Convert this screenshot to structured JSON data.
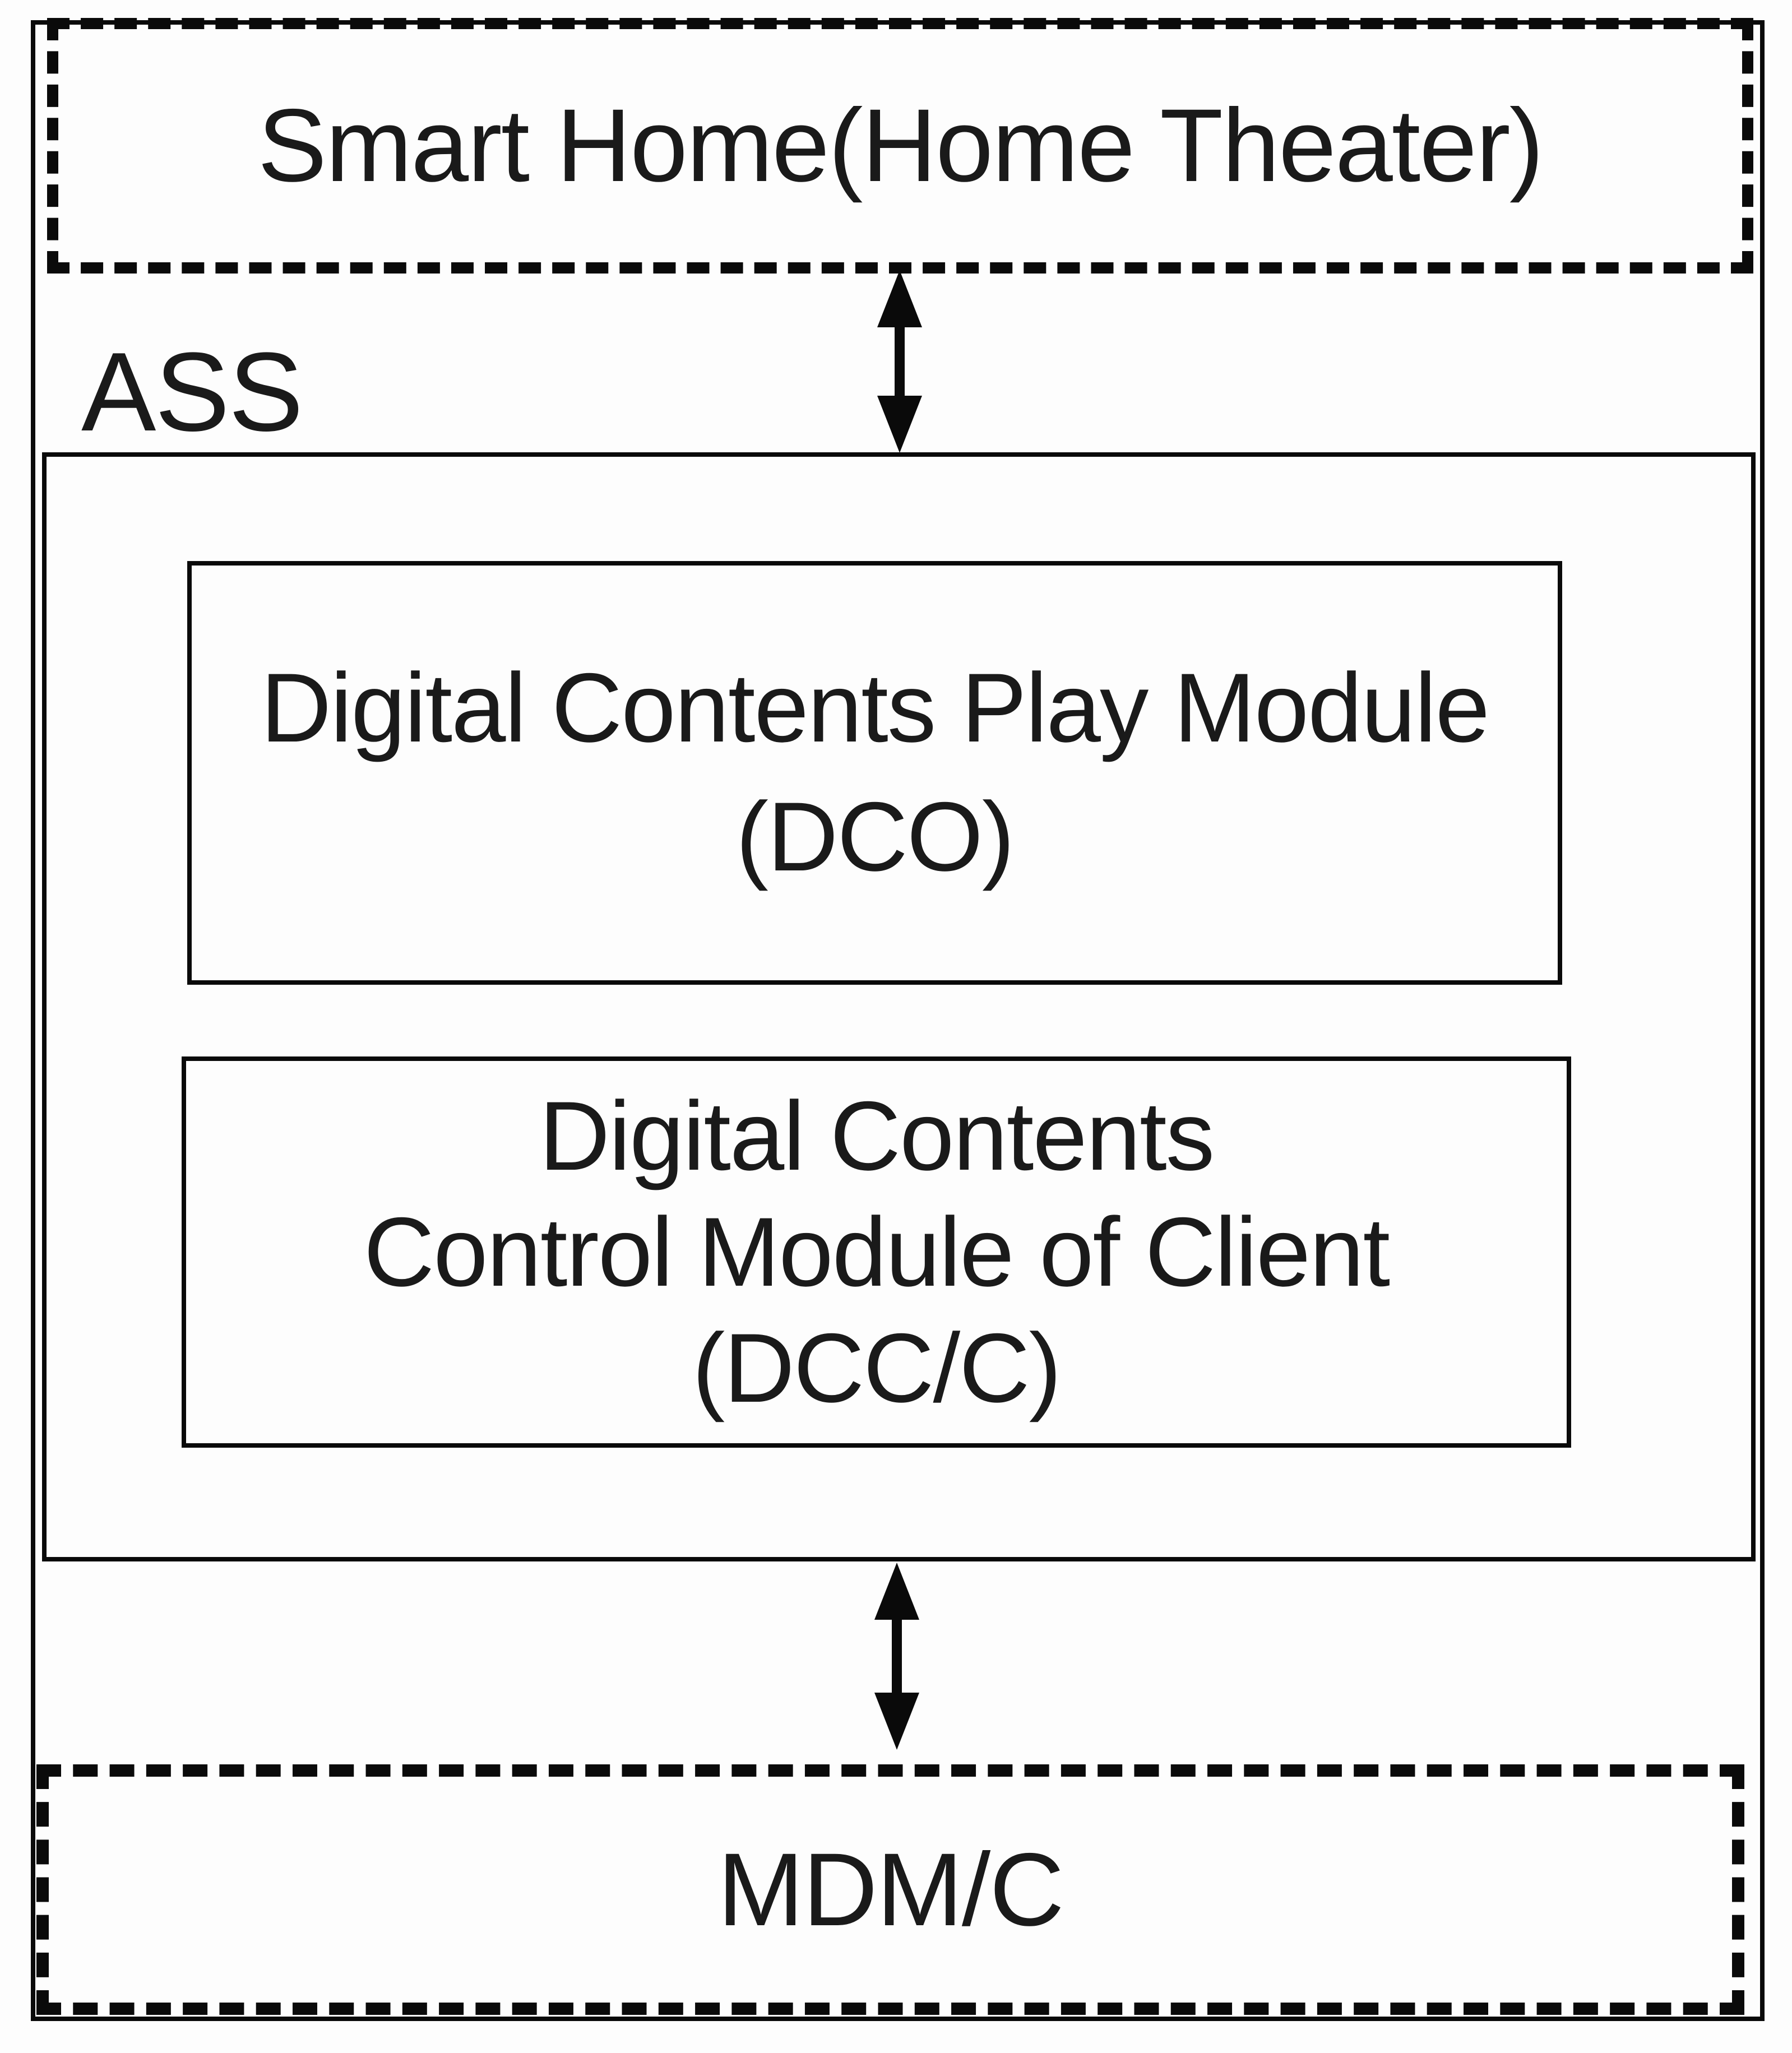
{
  "diagram": {
    "smart_home_box": {
      "label": "Smart Home(Home Theater)"
    },
    "system_label": "ASS",
    "modules": [
      {
        "id": "dco",
        "lines": [
          "Digital Contents Play Module",
          "(DCO)"
        ]
      },
      {
        "id": "dccc",
        "lines": [
          "Digital Contents",
          "Control Module of Client",
          "(DCC/C)"
        ]
      }
    ],
    "bottom_box": {
      "label": "MDM/C"
    },
    "icons": [
      {
        "name": "double-arrow-vertical-icon",
        "glyph": "↕",
        "meaning": "bidirectional link"
      }
    ],
    "colors": {
      "line": "#0a0a0a",
      "text": "#1a1a1a",
      "background": "#ffffff"
    }
  }
}
